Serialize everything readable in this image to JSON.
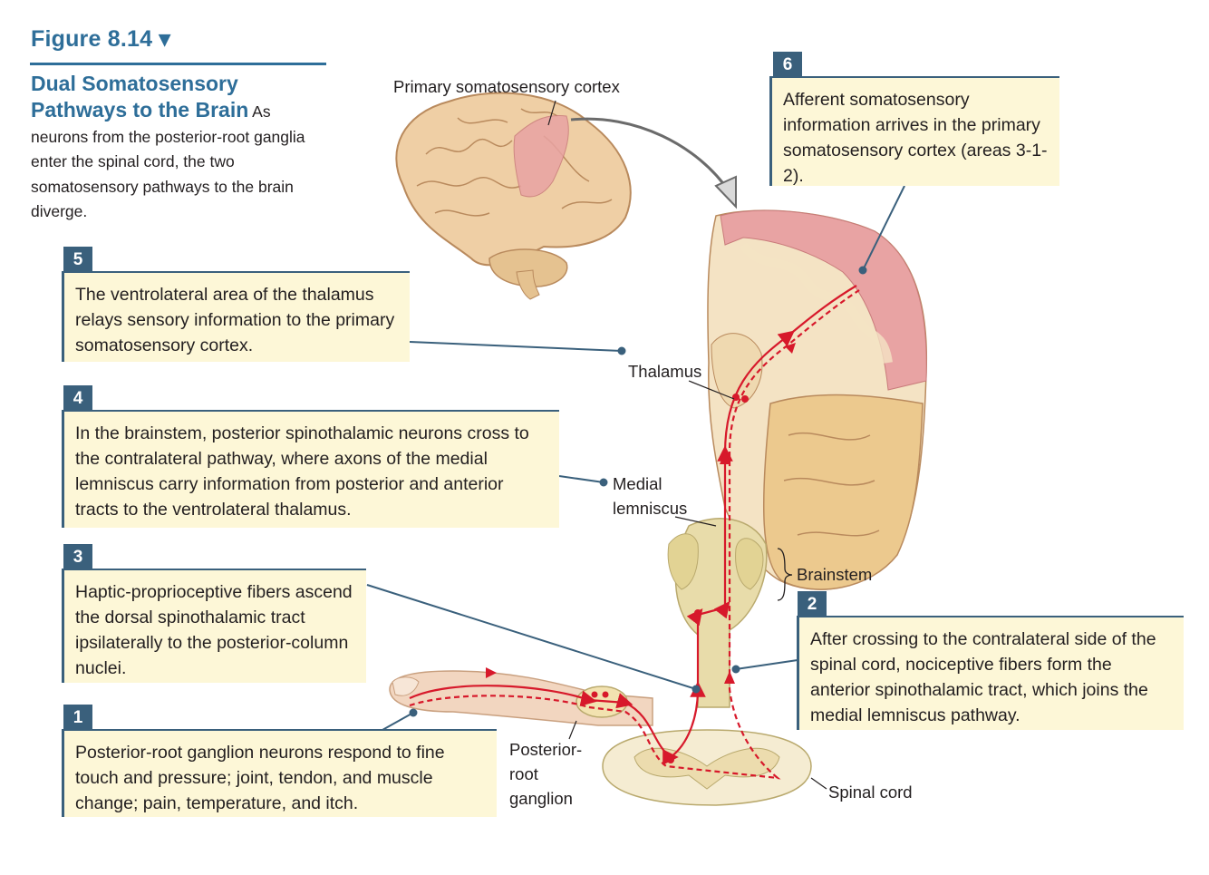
{
  "figure": {
    "title": "Figure 8.14 ▾",
    "caption_title_line1": "Dual Somatosensory",
    "caption_title_line2": "Pathways to the Brain",
    "caption_text_lead": " As",
    "caption_text": "neurons from the posterior-root ganglia enter the spinal cord, the two somatosensory pathways to the brain diverge."
  },
  "steps": [
    {
      "number": "1",
      "text": "Posterior-root ganglion neurons respond to fine touch and pressure; joint, tendon, and muscle change; pain, temperature, and itch."
    },
    {
      "number": "2",
      "text": "After crossing to the contralateral side of the spinal cord, nociceptive fibers form the anterior spinothalamic tract, which joins the medial lemniscus pathway."
    },
    {
      "number": "3",
      "text": "Haptic-proprioceptive fibers ascend the dorsal spinothalamic tract ipsilaterally to the posterior-column nuclei."
    },
    {
      "number": "4",
      "text": "In the brainstem, posterior spinothalamic neurons cross to the contralateral pathway, where axons of the medial lemniscus carry information from posterior and anterior tracts to the ventrolateral thalamus."
    },
    {
      "number": "5",
      "text": "The ventrolateral area of the thalamus relays sensory information to the primary somatosensory cortex."
    },
    {
      "number": "6",
      "text": "Afferent somatosensory information arrives in the primary somatosensory cortex (areas 3-1-2)."
    }
  ],
  "labels": {
    "cortex": "Primary somatosensory cortex",
    "thalamus": "Thalamus",
    "medial_lemniscus_1": "Medial",
    "medial_lemniscus_2": "lemniscus",
    "brainstem": "Brainstem",
    "ganglion_1": "Posterior-",
    "ganglion_2": "root",
    "ganglion_3": "ganglion",
    "spinal_cord": "Spinal cord"
  },
  "colors": {
    "accent": "#2e6e99",
    "box_fill": "#fdf7d7",
    "box_border": "#3a607c",
    "pathway": "#d7192b",
    "cortex_pink": "#e8a3a3"
  }
}
